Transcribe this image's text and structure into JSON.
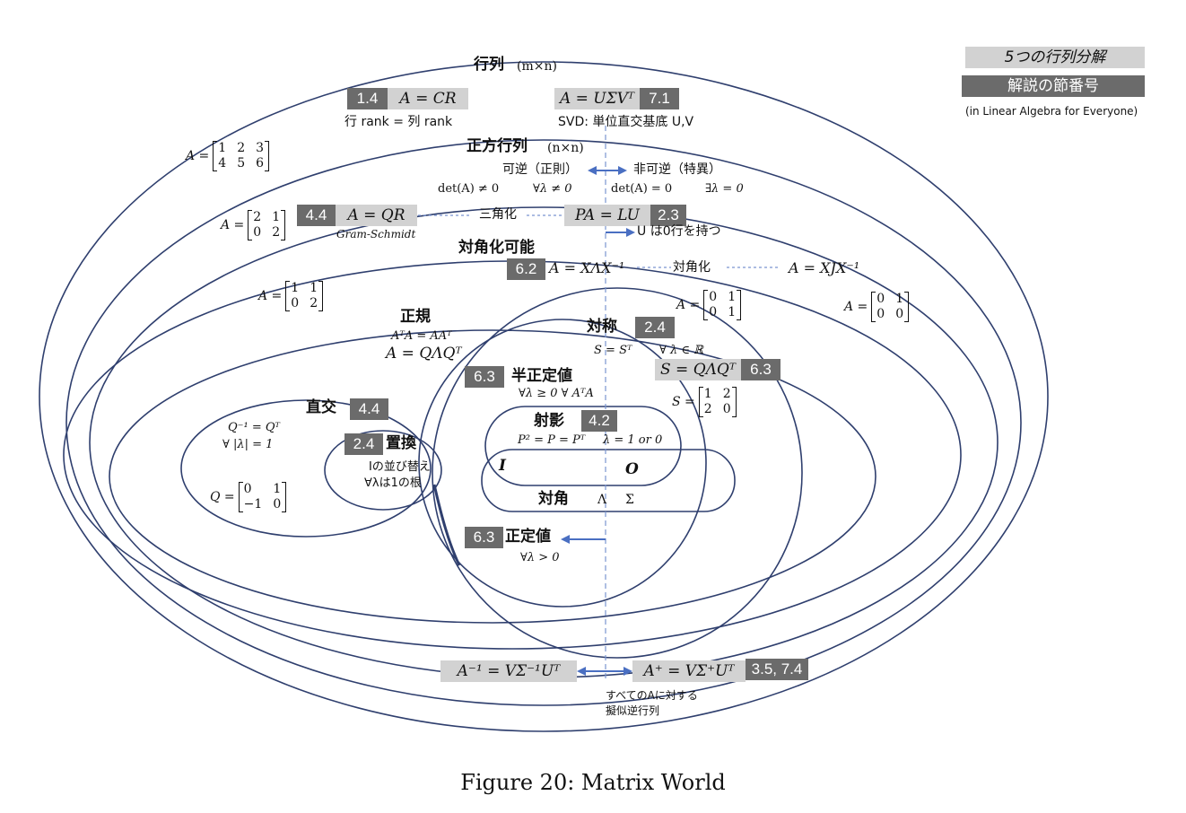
{
  "legend": {
    "decomposition_label": "5つの行列分解",
    "section_label": "解説の節番号",
    "source_note": "(in Linear Algebra for Everyone)"
  },
  "matrix": {
    "title": "行列",
    "size": "(m×n)",
    "cr_section": "1.4",
    "cr_formula": "A = CR",
    "cr_note": "行 rank = 列 rank",
    "svd_formula": "A = UΣVᵀ",
    "svd_section": "7.1",
    "svd_note": "SVD: 単位直交基底 U,V",
    "example_label": "A =",
    "example_rows": [
      [
        "1",
        "2",
        "3"
      ],
      [
        "4",
        "5",
        "6"
      ]
    ]
  },
  "square": {
    "title": "正方行列",
    "size": "(n×n)",
    "invertible": "可逆（正則）",
    "singular": "非可逆（特異）",
    "det_nonzero": "det(A) ≠ 0",
    "all_lambda_nonzero": "∀λ ≠ 0",
    "det_zero": "det(A) = 0",
    "exists_lambda_zero": "∃λ = 0",
    "qr_section": "4.4",
    "qr_formula": "A = QR",
    "qr_note": "Gram-Schmidt",
    "triangularize": "三角化",
    "lu_formula": "PA = LU",
    "lu_section": "2.3",
    "lu_note": "U は0行を持つ",
    "example_label": "A =",
    "example_rows": [
      [
        "2",
        "1"
      ],
      [
        "0",
        "2"
      ]
    ]
  },
  "diagonalizable": {
    "title": "対角化可能",
    "section": "6.2",
    "formula": "A = XΛX⁻¹",
    "diagonalize": "対角化",
    "jordan_formula": "A = XJX⁻¹",
    "example_label": "A =",
    "example_rows": [
      [
        "1",
        "1"
      ],
      [
        "0",
        "2"
      ]
    ],
    "example2_label": "A =",
    "example2_rows": [
      [
        "0",
        "1"
      ],
      [
        "0",
        "1"
      ]
    ],
    "example3_label": "A =",
    "example3_rows": [
      [
        "0",
        "1"
      ],
      [
        "0",
        "0"
      ]
    ]
  },
  "normal": {
    "title": "正規",
    "condition": "AᵀA = AAᵀ",
    "formula": "A = QΛQᵀ"
  },
  "symmetric": {
    "title": "対称",
    "section": "2.4",
    "condition": "S = Sᵀ",
    "eig_condition": "∀ λ ∈ ℝ",
    "formula": "S = QΛQᵀ",
    "formula_section": "6.3",
    "example_label": "S =",
    "example_rows": [
      [
        "1",
        "2"
      ],
      [
        "2",
        "0"
      ]
    ]
  },
  "semidefinite": {
    "section": "6.3",
    "title": "半正定値",
    "condition": "∀λ ≥ 0  ∀ AᵀA"
  },
  "orthogonal": {
    "title": "直交",
    "section": "4.4",
    "condition": "Q⁻¹ = Qᵀ",
    "eig_condition": "∀ |λ| = 1",
    "example_label": "Q =",
    "example_rows": [
      [
        "0",
        "1"
      ],
      [
        "−1",
        "0"
      ]
    ]
  },
  "permutation": {
    "section": "2.4",
    "title": "置換",
    "line1": "Iの並び替え",
    "line2": "∀λは1の根"
  },
  "projection": {
    "title": "射影",
    "section": "4.2",
    "condition": "P² = P = Pᵀ",
    "eig_condition": "λ = 1 or 0"
  },
  "identity": {
    "label": "I"
  },
  "zero": {
    "label": "O"
  },
  "diagonal": {
    "title": "対角",
    "lambda": "Λ",
    "sigma": "Σ"
  },
  "positive_definite": {
    "section": "6.3",
    "title": "正定値",
    "condition": "∀λ > 0"
  },
  "inverse": {
    "formula": "A⁻¹ = VΣ⁻¹Uᵀ",
    "pseudo_formula": "A⁺ = VΣ⁺Uᵀ",
    "pseudo_section": "3.5, 7.4",
    "note_line1": "すべてのAに対する",
    "note_line2": "擬似逆行列"
  },
  "caption": "Figure 20:  Matrix World",
  "colors": {
    "ellipse": "#2f3f6e",
    "arrow": "#4a6fc2",
    "dashed": "#7a95d0",
    "dark_box": "#6b6b6b",
    "light_box": "#d2d2d2"
  }
}
